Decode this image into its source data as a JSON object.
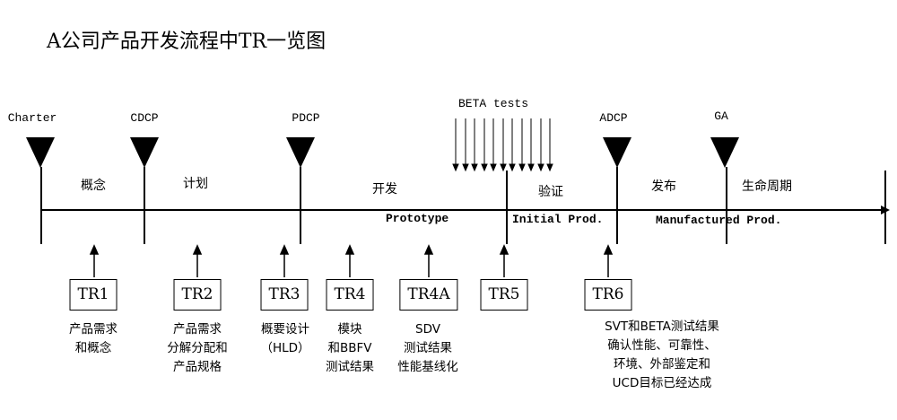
{
  "title": "A公司产品开发流程中TR一览图",
  "milestones": [
    {
      "label": "Charter"
    },
    {
      "label": "CDCP"
    },
    {
      "label": "PDCP"
    },
    {
      "label": "ADCP"
    },
    {
      "label": "GA"
    }
  ],
  "beta_label": "BETA tests",
  "phases": [
    {
      "label": "概念"
    },
    {
      "label": "计划"
    },
    {
      "label": "开发"
    },
    {
      "label": "验证"
    },
    {
      "label": "发布"
    },
    {
      "label": "生命周期"
    }
  ],
  "stages": [
    {
      "label": "Prototype"
    },
    {
      "label": "Initial Prod."
    },
    {
      "label": "Manufactured Prod."
    }
  ],
  "reviews": [
    {
      "label": "TR1",
      "desc": [
        "产品需求",
        "和概念"
      ]
    },
    {
      "label": "TR2",
      "desc": [
        "产品需求",
        "分解分配和",
        "产品规格"
      ]
    },
    {
      "label": "TR3",
      "desc": [
        "概要设计",
        "（HLD）"
      ]
    },
    {
      "label": "TR4",
      "desc": [
        "模块",
        "和BBFV",
        "测试结果"
      ]
    },
    {
      "label": "TR4A",
      "desc": [
        "SDV",
        "测试结果",
        "性能基线化"
      ]
    },
    {
      "label": "TR5",
      "desc": []
    },
    {
      "label": "TR6",
      "desc": [
        "SVT和BETA测试结果",
        "确认性能、可靠性、",
        "环境、外部鉴定和",
        "UCD目标已经达成"
      ]
    }
  ]
}
